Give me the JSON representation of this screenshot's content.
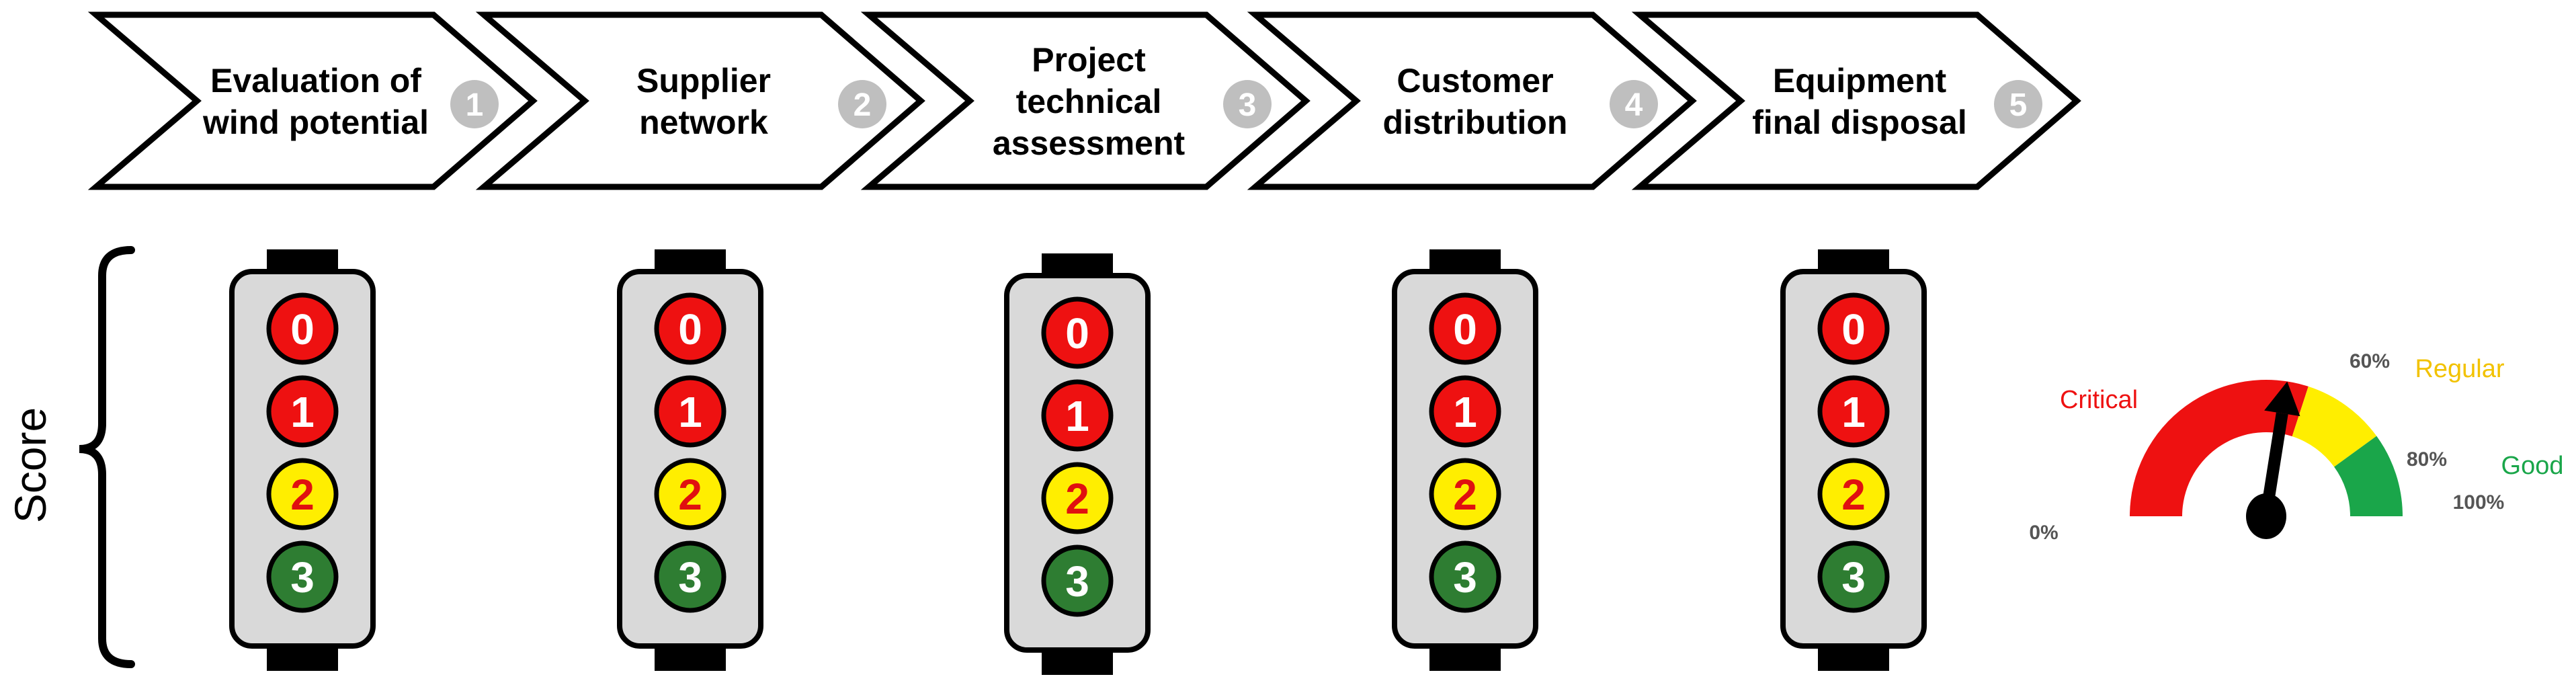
{
  "stages": [
    {
      "lines": [
        "Evaluation  of",
        "wind potential"
      ],
      "number": "1"
    },
    {
      "lines": [
        "Supplier",
        "network"
      ],
      "number": "2"
    },
    {
      "lines": [
        "Project",
        "technical",
        "assessment"
      ],
      "number": "3"
    },
    {
      "lines": [
        "Customer",
        "distribution"
      ],
      "number": "4"
    },
    {
      "lines": [
        "Equipment",
        "final disposal"
      ],
      "number": "5"
    }
  ],
  "score_label": "Score",
  "traffic_light_levels": [
    {
      "value": "0",
      "color": "#ee1111",
      "text_color": "#ffffff"
    },
    {
      "value": "1",
      "color": "#ee1111",
      "text_color": "#ffffff"
    },
    {
      "value": "2",
      "color": "#ffee00",
      "text_color": "#e01010"
    },
    {
      "value": "3",
      "color": "#2e7d32",
      "text_color": "#ffffff"
    }
  ],
  "gauge": {
    "labels": {
      "critical": "Critical",
      "regular": "Regular",
      "good": "Good",
      "p0": "0%",
      "p60": "60%",
      "p80": "80%",
      "p100": "100%"
    },
    "colors": {
      "critical": "#ee1111",
      "regular": "#ffee00",
      "good": "#1aa64a"
    },
    "needle_value_percent": 55
  },
  "colors": {
    "arrow_stroke": "#000000",
    "number_circle": "#bfbfbf",
    "light_body": "#d9d9d9",
    "cap": "#000000"
  }
}
